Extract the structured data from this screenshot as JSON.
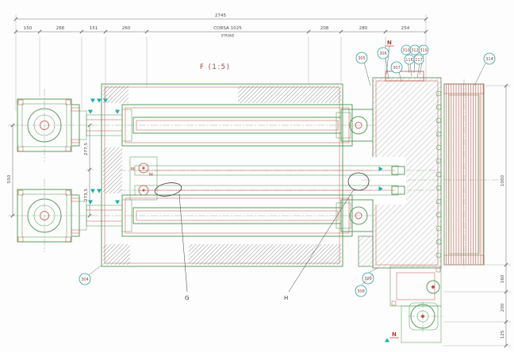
{
  "view": {
    "label": "F  (1:5)"
  },
  "dims": {
    "overall": "2745",
    "top": [
      "150",
      "266",
      "151",
      "260",
      "CORSA 1025",
      "208",
      "280",
      "254"
    ],
    "stroke_note": "STROKE",
    "left": [
      "550",
      "277,5",
      "273,5"
    ],
    "right": [
      "1000",
      "160",
      "200",
      "125"
    ]
  },
  "balloons": {
    "b305": "305",
    "b306": "306",
    "b307": "307",
    "b310": "310",
    "b312": "312",
    "b319": "319",
    "b116": "116",
    "b117": "117",
    "b314": "314",
    "b304": "304",
    "b309": "309",
    "b308": "308"
  },
  "markers": {
    "n": "N",
    "g": "G",
    "h": "H",
    "m": "M"
  },
  "colors": {
    "line_green": "#5a9e5a",
    "line_red": "#c05048",
    "accent_teal": "#19b0b0",
    "balloon_teal": "#2f9e9e",
    "dim_gray": "#4f4f4f",
    "hatch_gray": "#98a098"
  }
}
